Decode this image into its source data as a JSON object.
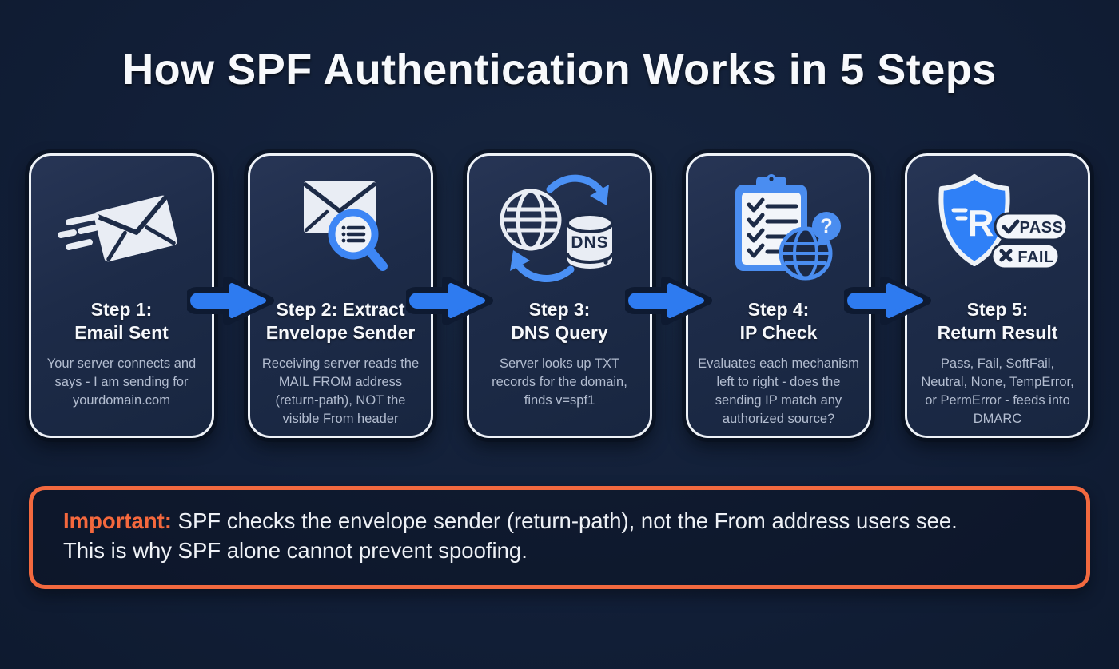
{
  "page": {
    "title": "How SPF Authentication Works in 5 Steps",
    "background_color": "#121f38",
    "accent_blue": "#2e7bf0",
    "accent_orange": "#f4683d",
    "card_border_color": "#eef2f7"
  },
  "steps": [
    {
      "icon": "email-sent-icon",
      "title_line1": "Step 1:",
      "title_line2": "Email Sent",
      "description": "Your server connects and says - I am sending for yourdomain.com"
    },
    {
      "icon": "envelope-magnifier-icon",
      "title_line1": "Step 2: Extract",
      "title_line2": "Envelope Sender",
      "description": "Receiving server reads the MAIL FROM address (return-path), NOT the visible From header"
    },
    {
      "icon": "globe-dns-cycle-icon",
      "icon_label": "DNS",
      "title_line1": "Step 3:",
      "title_line2": "DNS Query",
      "description": "Server looks up TXT records for the domain, finds v=spf1"
    },
    {
      "icon": "checklist-globe-question-icon",
      "icon_question": "?",
      "title_line1": "Step 4:",
      "title_line2": "IP Check",
      "description": "Evaluates each mechanism left to right - does the sending IP match any authorized source?"
    },
    {
      "icon": "shield-result-icon",
      "shield_letter": "R",
      "badge_pass": "PASS",
      "badge_fail": "FAIL",
      "title_line1": "Step 5:",
      "title_line2": "Return Result",
      "description": "Pass, Fail, SoftFail, Neutral, None, TempError, or PermError - feeds into DMARC"
    }
  ],
  "callout": {
    "label": "Important:",
    "line1": "SPF checks the envelope sender (return-path), not the From address users see.",
    "line2": "This is why SPF alone cannot prevent spoofing."
  }
}
